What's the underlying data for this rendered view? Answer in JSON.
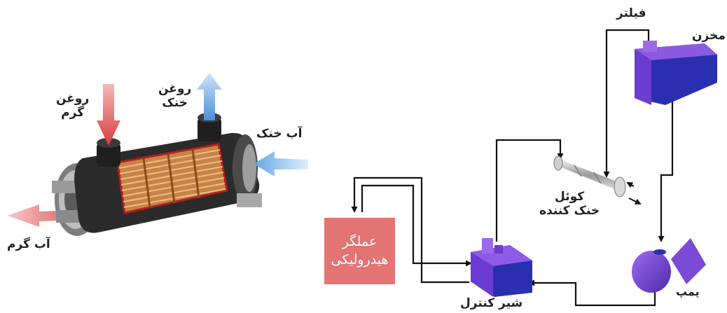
{
  "left_figure": {
    "hot_oil": [
      "روغن",
      "گرم"
    ],
    "cool_oil": [
      "روغن",
      "خنک"
    ],
    "cool_water": "آب خنک",
    "hot_water": "آب گرم"
  },
  "right_figure": {
    "tank": "مخزن",
    "filter": "فیلتر",
    "cooling_coil": [
      "کوئل",
      "خنک کننده"
    ],
    "actuator": [
      "عملگر",
      "هیدرولیکی"
    ],
    "control_valve": "شیر کنترل",
    "pump": "پمپ"
  },
  "colors": {
    "pipe": "#111111",
    "component_purple": "#7b4ad6",
    "component_blue": "#2a2fb0",
    "actuator_red": "#e37474",
    "hot_flow": "#e05555",
    "cool_flow": "#7fb7e6",
    "tube_copper": "#c78445"
  }
}
